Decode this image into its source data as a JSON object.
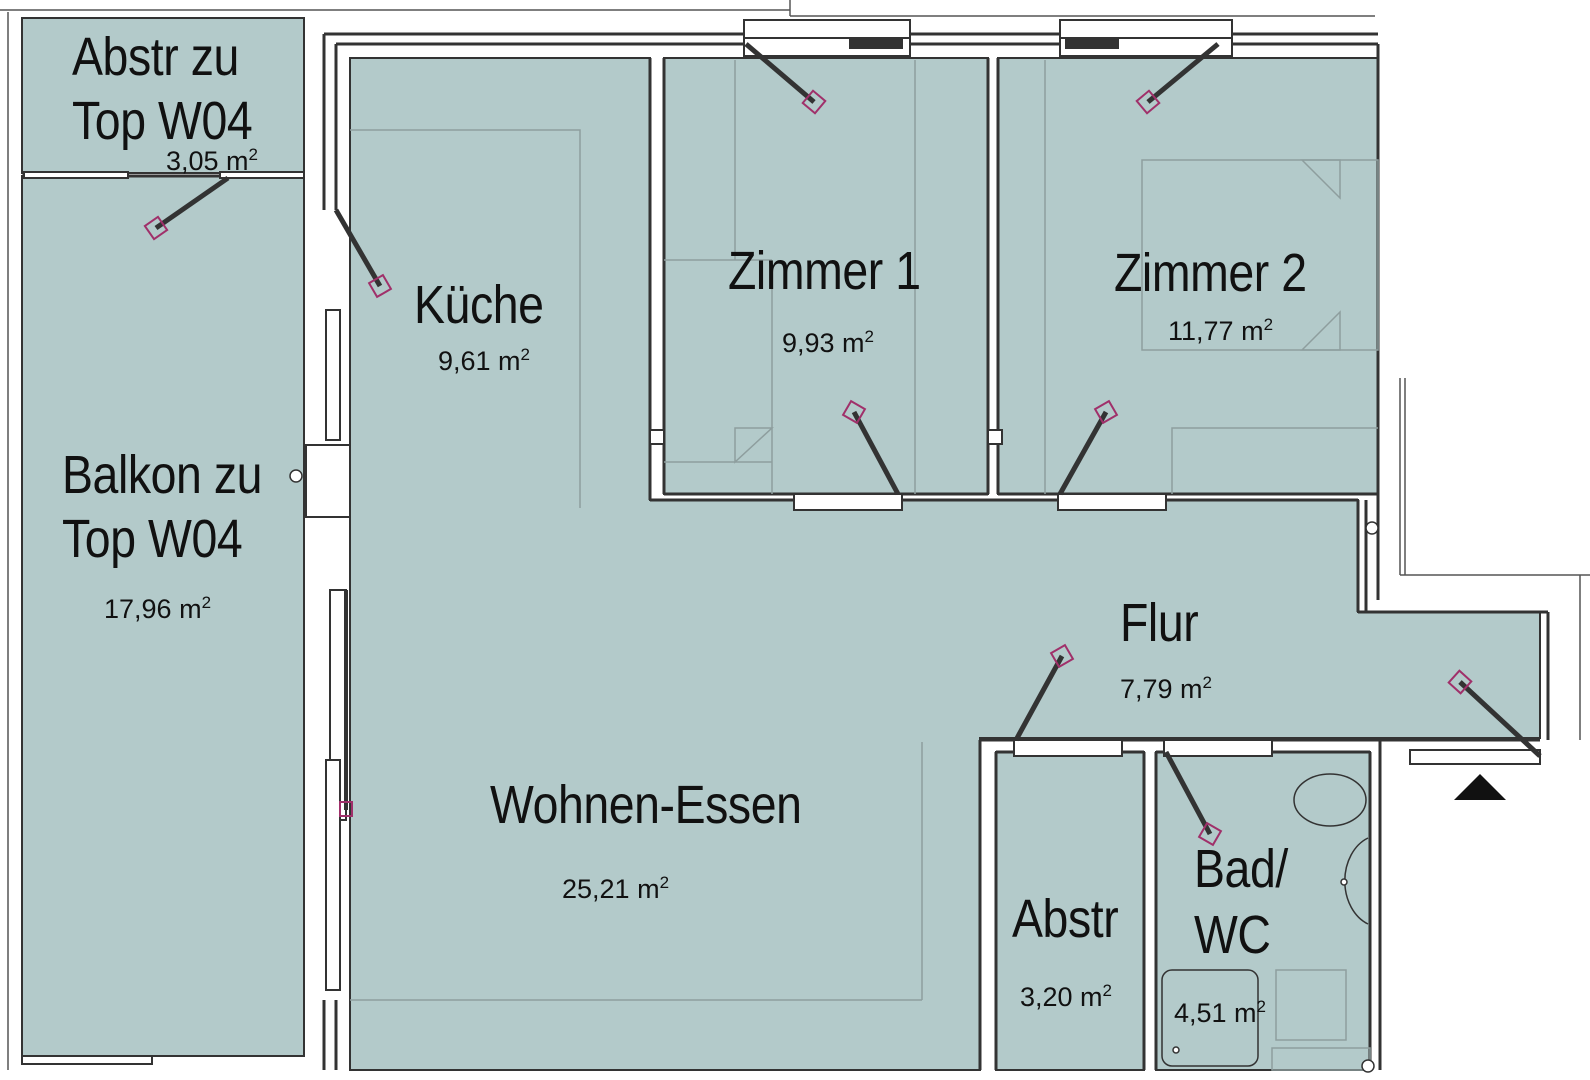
{
  "colors": {
    "room_fill": "#b3caca",
    "wall": "#333333",
    "thin_line": "#8e9e9e",
    "door_accent": "#a0306a",
    "background": "#ffffff"
  },
  "rooms": {
    "abstr_top": {
      "name_line1": "Abstr zu",
      "name_line2": "Top W04",
      "area": "3,05 m",
      "area_unit_sup": "2"
    },
    "balkon": {
      "name_line1": "Balkon zu",
      "name_line2": "Top W04",
      "area": "17,96 m",
      "area_unit_sup": "2"
    },
    "kueche": {
      "name": "Küche",
      "area": "9,61 m",
      "area_unit_sup": "2"
    },
    "zimmer1": {
      "name": "Zimmer 1",
      "area": "9,93 m",
      "area_unit_sup": "2"
    },
    "zimmer2": {
      "name": "Zimmer 2",
      "area": "11,77 m",
      "area_unit_sup": "2"
    },
    "flur": {
      "name": "Flur",
      "area": "7,79 m",
      "area_unit_sup": "2"
    },
    "wohnen": {
      "name": "Wohnen-Essen",
      "area": "25,21 m",
      "area_unit_sup": "2"
    },
    "abstr": {
      "name": "Abstr",
      "area": "3,20 m",
      "area_unit_sup": "2"
    },
    "bad": {
      "name_line1": "Bad/",
      "name_line2": "WC",
      "area": "4,51 m",
      "area_unit_sup": "2"
    }
  },
  "symbols": {
    "entrance": "entrance-triangle-icon",
    "door": "door-swing-icon",
    "toilet": "toilet-icon",
    "sink": "sink-icon",
    "shower": "shower-tray-icon"
  }
}
